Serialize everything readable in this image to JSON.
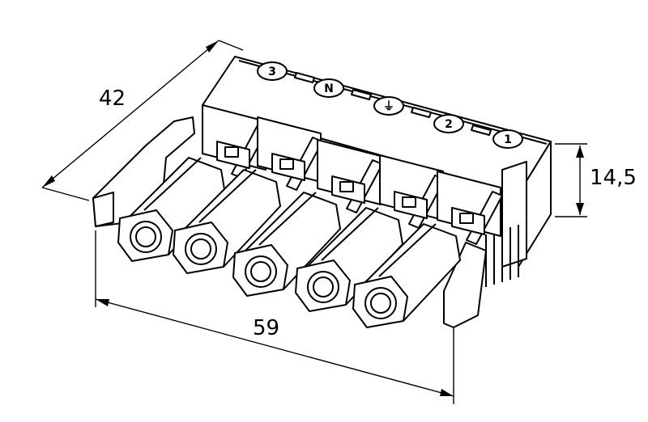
{
  "drawing": {
    "dimensions": {
      "depth": "42",
      "height": "14,5",
      "width": "59"
    },
    "pin_markings": [
      "3",
      "N",
      "⏚",
      "2",
      "1"
    ],
    "pin_count": 5
  }
}
